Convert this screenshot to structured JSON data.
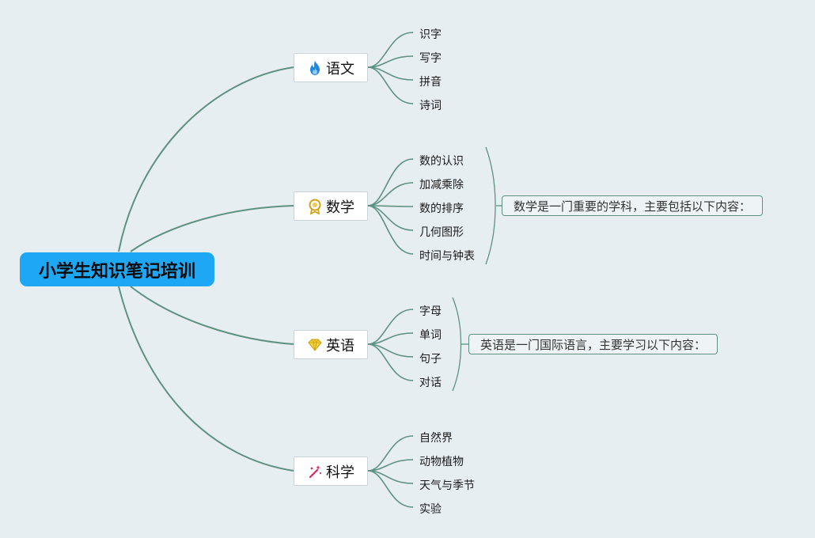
{
  "title": "小学生知识笔记培训",
  "colors": {
    "background": "#e7eef2",
    "root": "#1ea7f5",
    "line": "#5e9180"
  },
  "branches": [
    {
      "label": "语文",
      "icon": "flame-icon",
      "leaves": [
        "识字",
        "写字",
        "拼音",
        "诗词"
      ]
    },
    {
      "label": "数学",
      "icon": "medal-icon",
      "leaves": [
        "数的认识",
        "加减乘除",
        "数的排序",
        "几何图形",
        "时间与钟表"
      ],
      "note": "数学是一门重要的学科，主要包括以下内容："
    },
    {
      "label": "英语",
      "icon": "diamond-icon",
      "leaves": [
        "字母",
        "单词",
        "句子",
        "对话"
      ],
      "note": "英语是一门国际语言，主要学习以下内容："
    },
    {
      "label": "科学",
      "icon": "magic-wand-icon",
      "leaves": [
        "自然界",
        "动物植物",
        "天气与季节",
        "实验"
      ]
    }
  ]
}
